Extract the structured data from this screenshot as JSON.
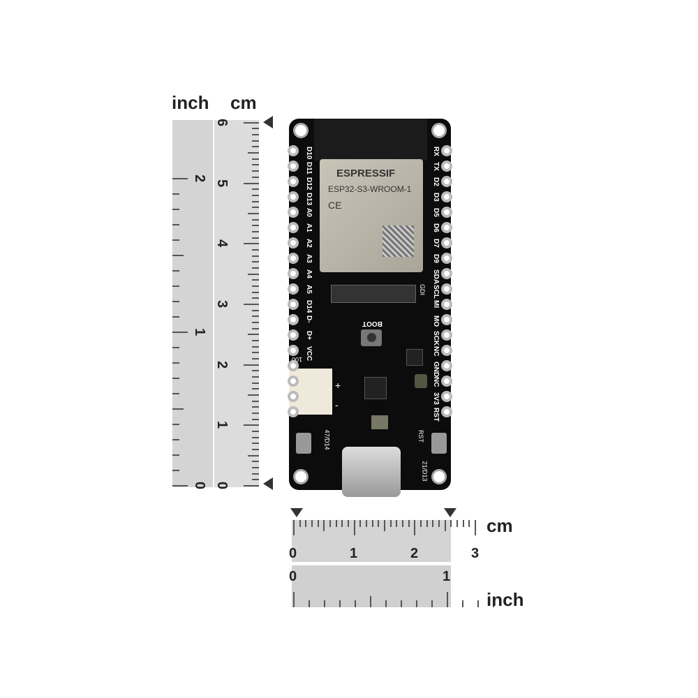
{
  "left_ruler": {
    "inch_label": "inch",
    "cm_label": "cm",
    "inch_ticks": [
      "0",
      "1",
      "2"
    ],
    "cm_ticks": [
      "0",
      "1",
      "2",
      "3",
      "4",
      "5",
      "6"
    ]
  },
  "bottom_ruler": {
    "cm_label": "cm",
    "inch_label": "inch",
    "cm_ticks": [
      "0",
      "1",
      "2",
      "3"
    ],
    "inch_ticks": [
      "0",
      "1"
    ]
  },
  "module": {
    "brand": "ESPRESSIF",
    "model": "ESP32-S3-WROOM-1",
    "mark": "CE"
  },
  "pins_left": [
    "D10",
    "D11",
    "D12",
    "D13",
    "A0",
    "A1",
    "A2",
    "A3",
    "A4",
    "A5",
    "D14",
    "D-",
    "D+",
    "VCC"
  ],
  "pins_right": [
    "RX",
    "TX",
    "D2",
    "D3",
    "D5",
    "D6",
    "D7",
    "D9",
    "SDA",
    "SCL",
    "MI",
    "MO",
    "SCK",
    "NC",
    "GND",
    "NC",
    "3V3",
    "RST"
  ],
  "silk": {
    "boot": "BOOT",
    "gdi": "GDI",
    "r100": "100",
    "led47": "47/D14",
    "rst": "RST",
    "led21": "21/D13",
    "plus": "+",
    "minus": "-"
  }
}
